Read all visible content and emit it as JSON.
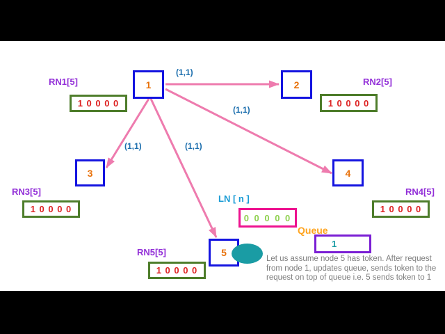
{
  "diagram": {
    "title_context": "Suzuki-Kasami token diagram",
    "nodes": [
      {
        "label": "1"
      },
      {
        "label": "2"
      },
      {
        "label": "3"
      },
      {
        "label": "4"
      },
      {
        "label": "5"
      }
    ],
    "rn_arrays": [
      {
        "label": "RN1[5]",
        "values": "1 0 0 0 0"
      },
      {
        "label": "RN2[5]",
        "values": "1 0 0 0 0"
      },
      {
        "label": "RN3[5]",
        "values": "1 0 0 0 0"
      },
      {
        "label": "RN4[5]",
        "values": "1 0 0 0 0"
      },
      {
        "label": "RN5[5]",
        "values": "1 0 0 0 0"
      }
    ],
    "ln_array": {
      "label": "LN [ n ]",
      "values": "0 0 0 0 0"
    },
    "queue": {
      "label": "Queue",
      "value": "1"
    },
    "edges": [
      {
        "from": "1",
        "to": "2",
        "label": "(1,1)"
      },
      {
        "from": "1",
        "to": "4",
        "label": "(1,1)"
      },
      {
        "from": "1",
        "to": "3",
        "label": "(1,1)"
      },
      {
        "from": "1",
        "to": "5",
        "label": "(1,1)"
      }
    ],
    "token": {
      "holder": "5",
      "shape": "teal-ellipse"
    },
    "caption": "Let us assume node 5 has token. After request\nfrom node 1, updates queue, sends token to the\nrequest on top of queue i.e.  5 sends token to 1",
    "colors": {
      "arrow_pink": "#ee7bae",
      "node_border_blue": "#1414e0",
      "node_number_orange": "#e8710a",
      "rn_box_green": "#4e7d2b",
      "rn_digits_red": "#dd2222",
      "rn_label_purple": "#9330d8",
      "ln_box_magenta": "#ed128f",
      "ln_digits_green": "#8fd14f",
      "ln_label_cyan": "#189bd5",
      "queue_label_orange": "#ffa41e",
      "queue_box_violet": "#7a1ed4",
      "token_teal": "#1a9ca4",
      "edge_label_blue": "#1d6fae",
      "caption_gray": "#7f7f7f",
      "letterbox_black": "#000000",
      "canvas_white": "#ffffff"
    }
  }
}
